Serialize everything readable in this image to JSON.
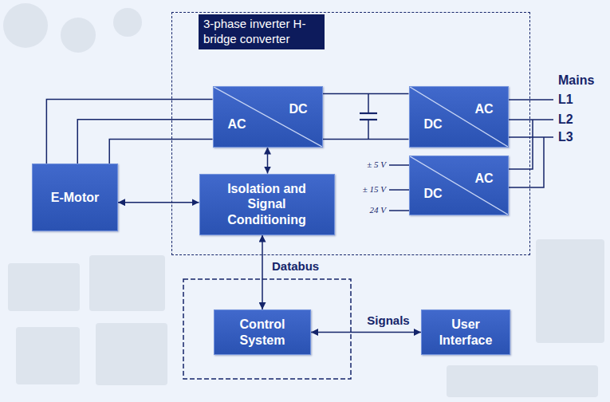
{
  "diagram": {
    "nodes": [
      {
        "text": [
          "3-phase inverter H-bridge converter"
        ]
      },
      {
        "text": [
          "DC",
          "AC"
        ],
        "in": 0
      },
      {
        "text": [
          "AC",
          "DC"
        ],
        "in": 0
      },
      {
        "text": [
          "AC",
          "DC"
        ],
        "in": 0
      },
      {
        "text": [
          "E-Motor"
        ]
      },
      {
        "text": [
          "Isolation and Signal Conditioning"
        ],
        "in": 0
      },
      {
        "text": [
          "Control System"
        ]
      },
      {
        "text": [
          "User Interface"
        ]
      }
    ],
    "edges": [
      {
        "from": 1,
        "to": 4,
        "arrow": "none"
      },
      {
        "from": 1,
        "to": 4,
        "arrow": "none"
      },
      {
        "from": 1,
        "to": 4,
        "arrow": "none"
      },
      {
        "from": 1,
        "to": 2,
        "arrow": "none"
      },
      {
        "from": 1,
        "to": 2,
        "arrow": "none"
      },
      {
        "from": 1,
        "to": 5,
        "arrow": "both"
      },
      {
        "from": 4,
        "to": 5,
        "arrow": "both"
      },
      {
        "from": 5,
        "to": 6,
        "label": "Databus",
        "arrow": "both"
      },
      {
        "from": 6,
        "to": 7,
        "label": "Signals",
        "arrow": "both"
      }
    ],
    "labels": [
      "Mains",
      "L1",
      "L2",
      "L3",
      "± 5 V",
      "± 15 V",
      "24 V"
    ]
  }
}
